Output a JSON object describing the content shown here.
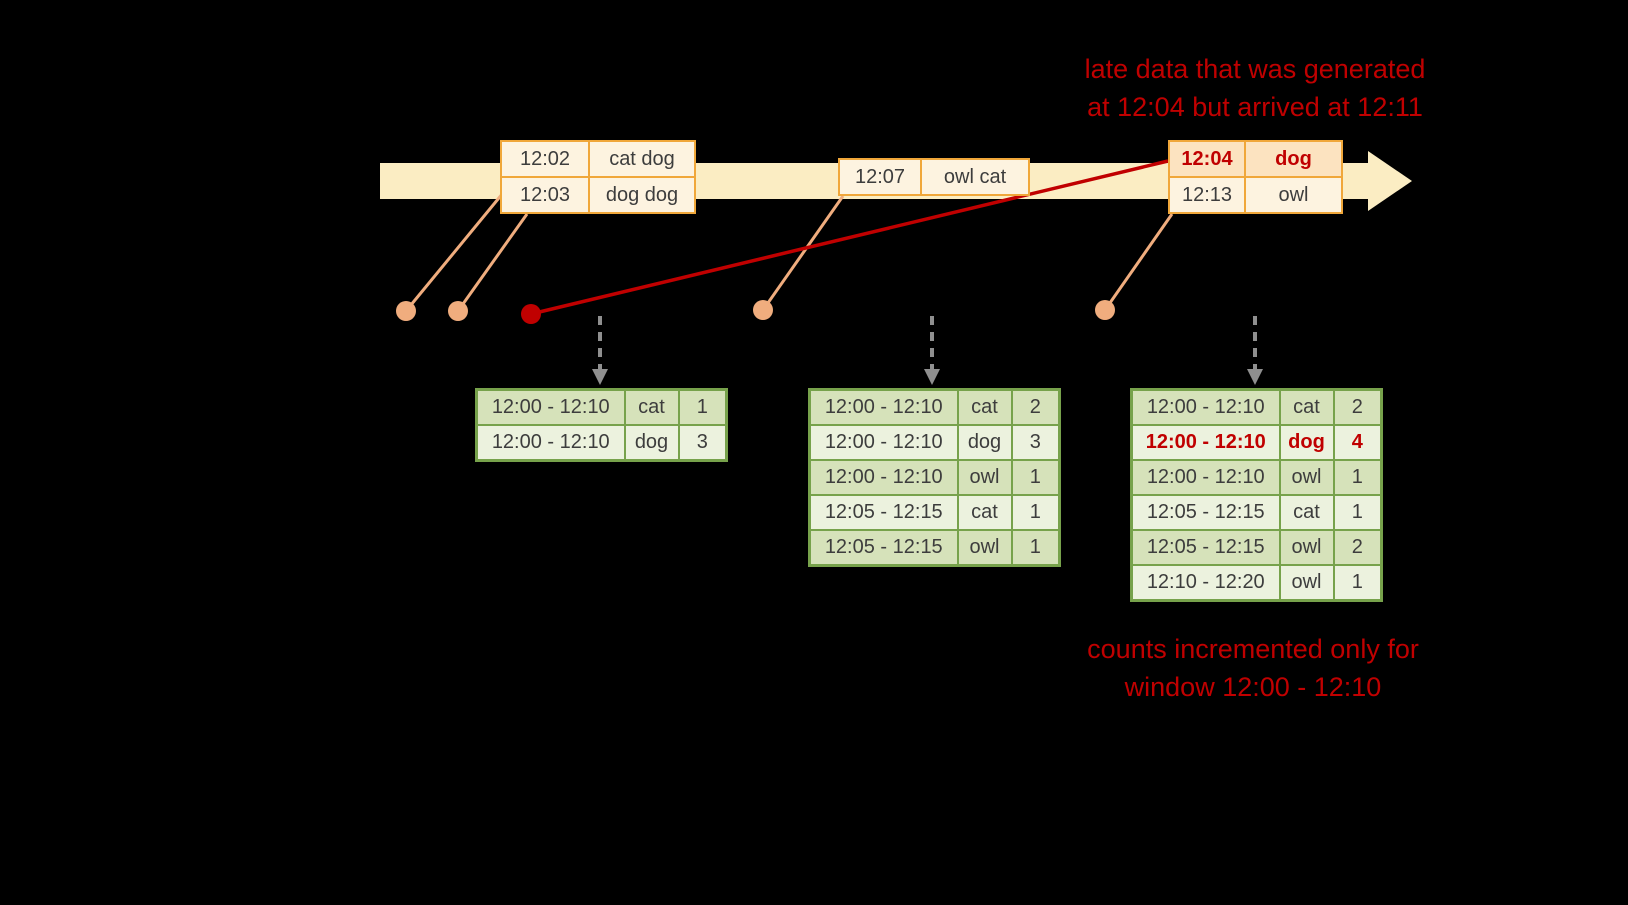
{
  "annotations": {
    "late_data_line1": "late data that was generated",
    "late_data_line2": "at 12:04 but arrived at 12:11",
    "counts_line1": "counts incremented only for",
    "counts_line2": "window 12:00 - 12:10"
  },
  "events": {
    "group1": [
      {
        "time": "12:02",
        "words": "cat dog"
      },
      {
        "time": "12:03",
        "words": "dog dog"
      }
    ],
    "group2": [
      {
        "time": "12:07",
        "words": "owl cat"
      }
    ],
    "group3": [
      {
        "time": "12:04",
        "words": "dog",
        "late": true
      },
      {
        "time": "12:13",
        "words": "owl"
      }
    ]
  },
  "tables": [
    {
      "rows": [
        [
          "12:00 - 12:10",
          "cat",
          "1"
        ],
        [
          "12:00 - 12:10",
          "dog",
          "3"
        ]
      ]
    },
    {
      "rows": [
        [
          "12:00 - 12:10",
          "cat",
          "2"
        ],
        [
          "12:00 - 12:10",
          "dog",
          "3"
        ],
        [
          "12:00 - 12:10",
          "owl",
          "1"
        ],
        [
          "12:05 - 12:15",
          "cat",
          "1"
        ],
        [
          "12:05 - 12:15",
          "owl",
          "1"
        ]
      ]
    },
    {
      "rows": [
        [
          "12:00 - 12:10",
          "cat",
          "2"
        ],
        [
          "12:00 - 12:10",
          "dog",
          "4"
        ],
        [
          "12:00 - 12:10",
          "owl",
          "1"
        ],
        [
          "12:05 - 12:15",
          "cat",
          "1"
        ],
        [
          "12:05 - 12:15",
          "owl",
          "2"
        ],
        [
          "12:10 - 12:20",
          "owl",
          "1"
        ]
      ],
      "highlighted_row": 1
    }
  ],
  "colors": {
    "background": "#000000",
    "annotation_red": "#c00000",
    "timeline_arrow": "#fbedc3",
    "event_border": "#f0a73a",
    "event_fill": "#fdf3e0",
    "event_fill_late": "#fce3c0",
    "dot_salmon": "#f0ad7e",
    "table_border": "#77a24b",
    "row_dark_green": "#d6e2ba",
    "row_light_green": "#ecf2de",
    "dashed_arrow_gray": "#8f8f8f"
  }
}
